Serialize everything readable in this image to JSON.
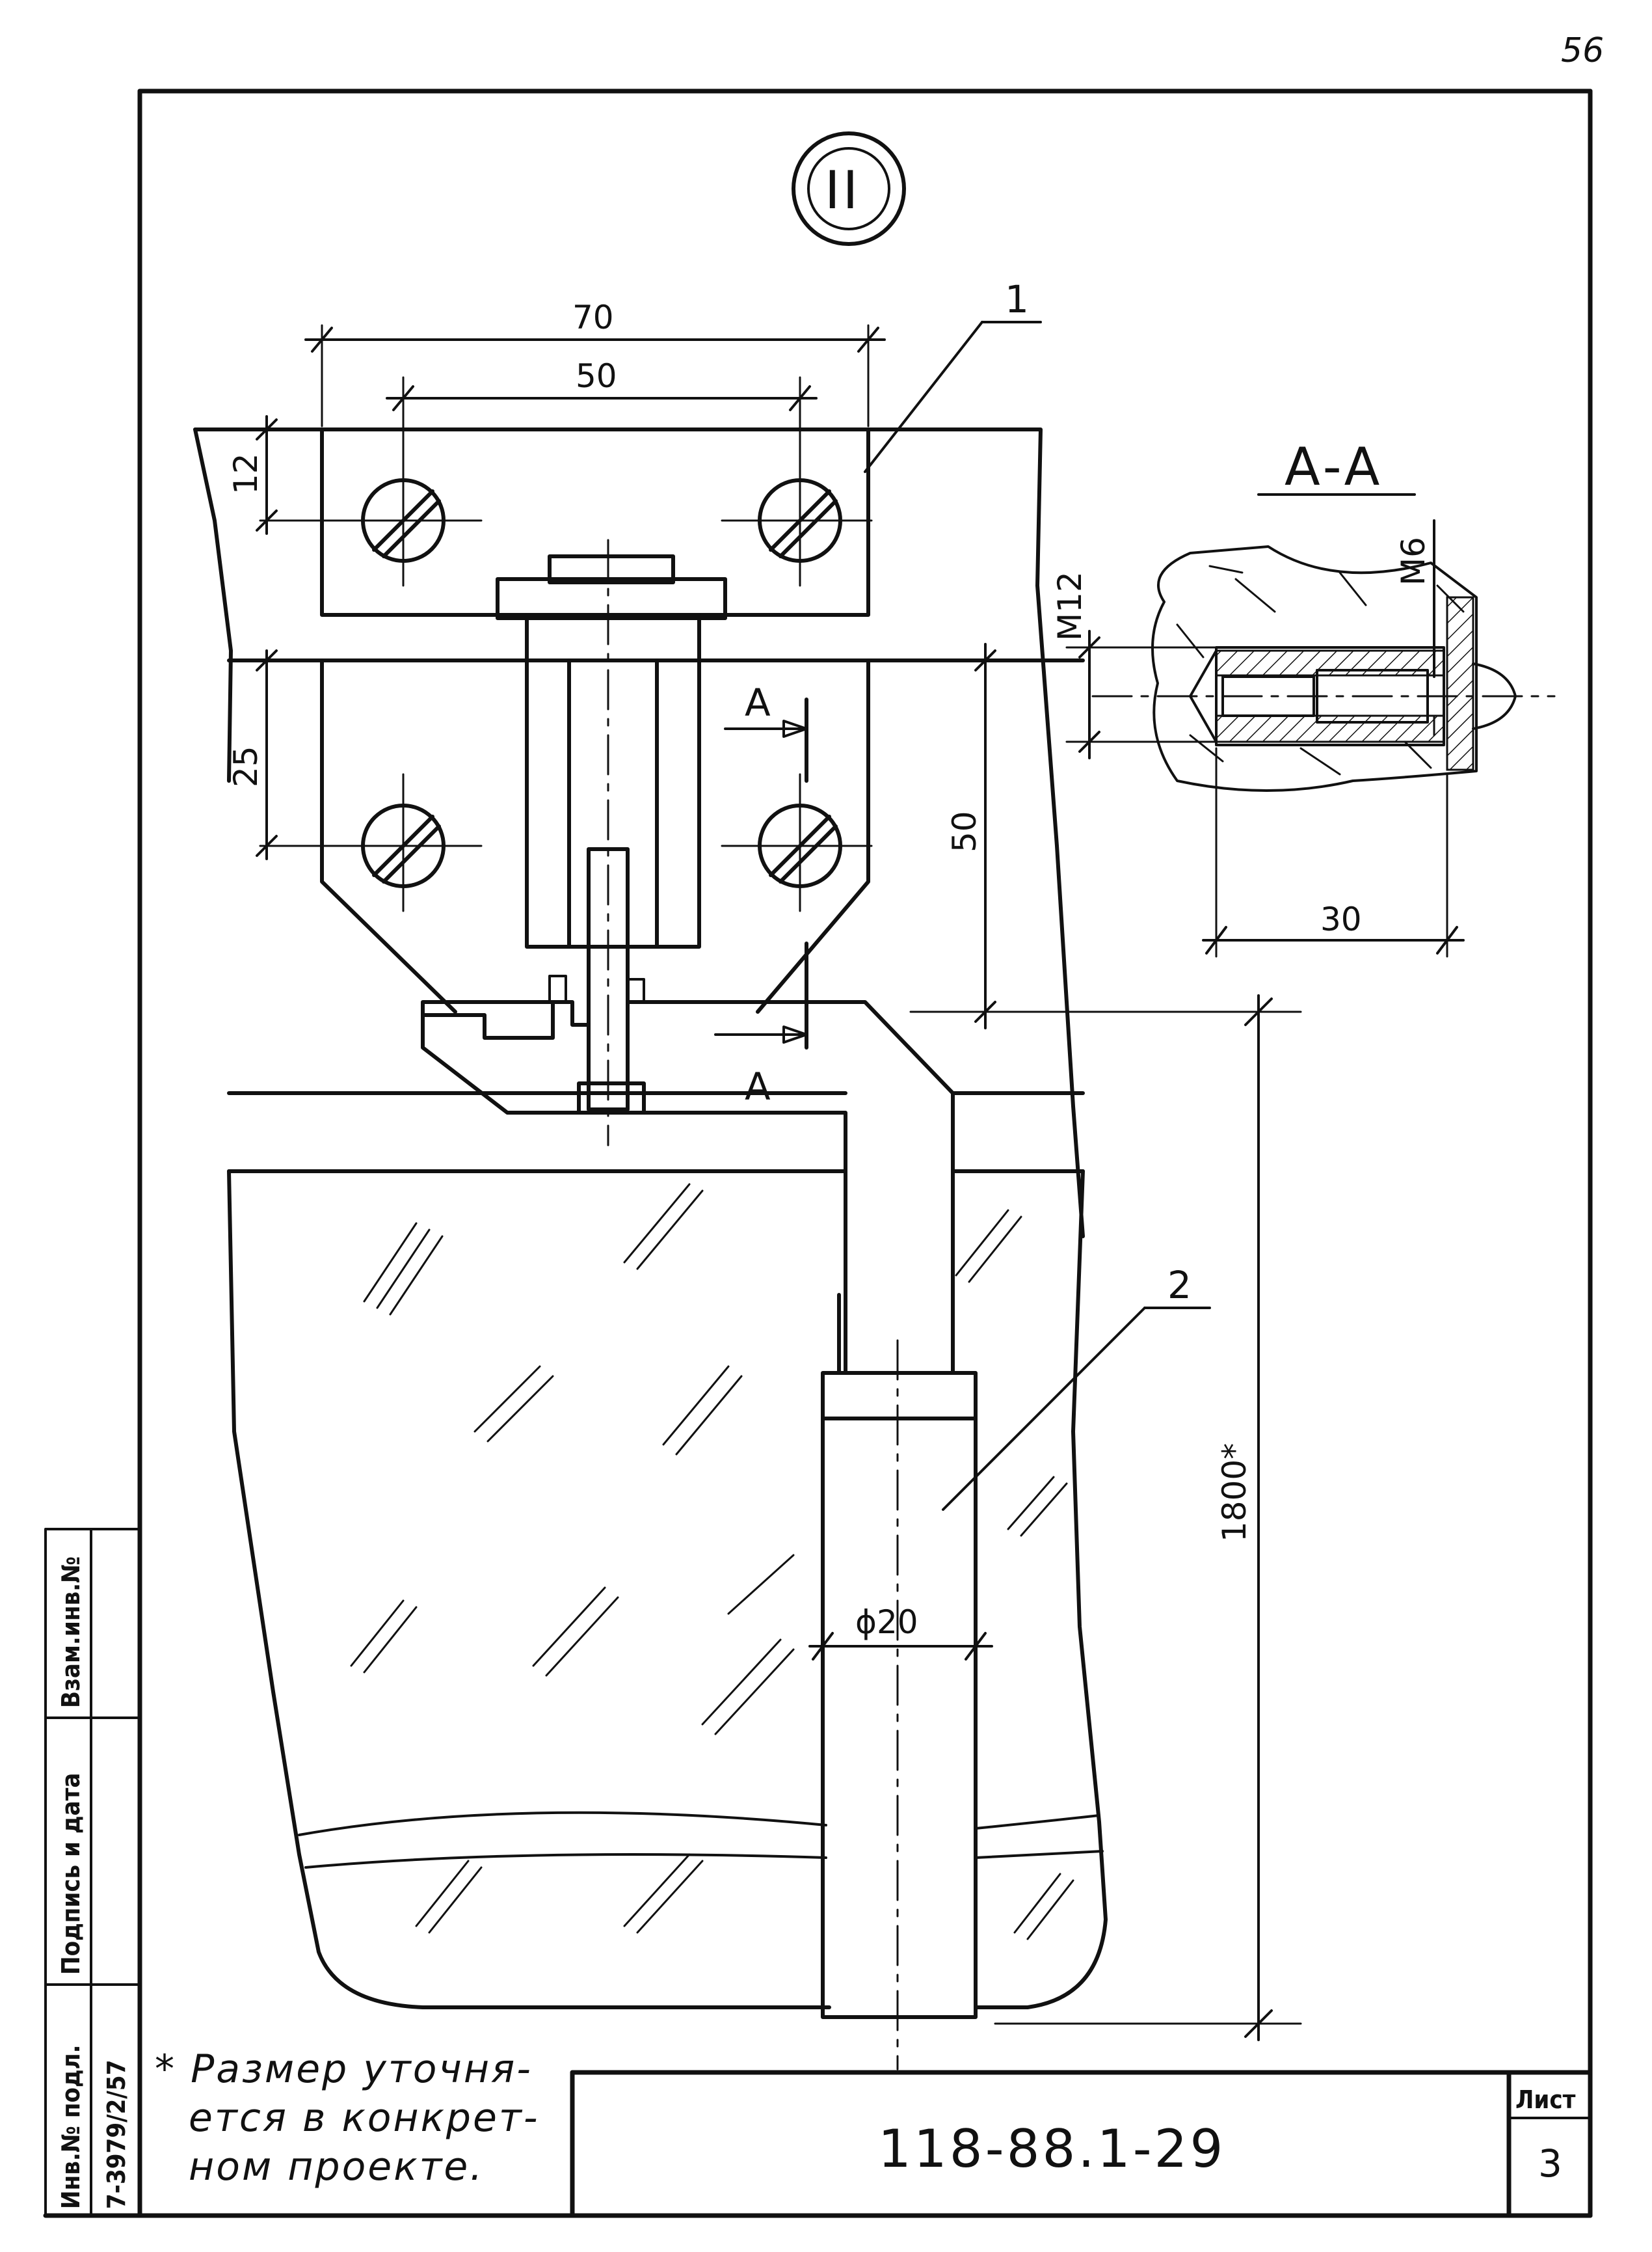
{
  "page_number": "56",
  "view_marker": "II",
  "section_title": "А-А",
  "dimensions": {
    "d70": "70",
    "d50_top": "50",
    "d12": "12",
    "d25": "25",
    "d50_side": "50",
    "m12": "М12",
    "m6": "М6",
    "d30": "30",
    "d1800": "1800*",
    "phi20": "ϕ20"
  },
  "section_markers": {
    "top": "А",
    "bottom": "А"
  },
  "callouts": {
    "item1": "1",
    "item2": "2"
  },
  "footnote": [
    "* Размер уточня-",
    "ется в конкрет-",
    "ном проекте."
  ],
  "title_block": {
    "document_code": "118-88.1-29",
    "sheet_label": "Лист",
    "sheet_number": "3"
  },
  "side_stamp": {
    "inv_no_orig": "Инв.№ подл.",
    "signature_date": "Подпись и дата",
    "replaces_inv": "Взам.инв.№",
    "inv_value": "7-3979/2/57"
  }
}
